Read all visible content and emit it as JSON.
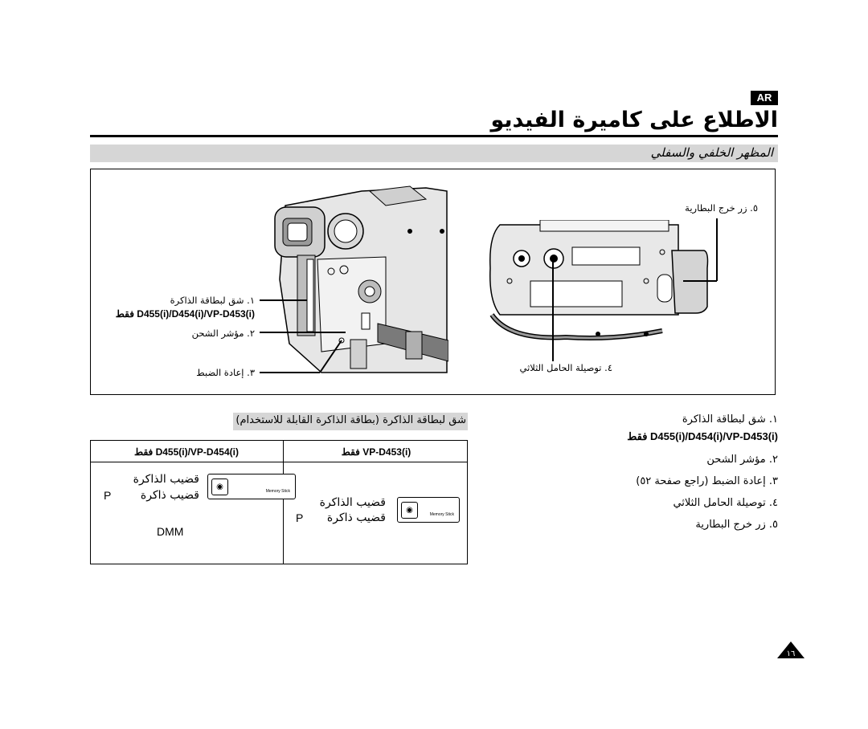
{
  "header": {
    "lang_badge": "AR",
    "title": "الاطلاع على كاميرة الفيديو",
    "section": "المظهر الخلفي والسفلي"
  },
  "figure": {
    "callouts_left": {
      "c1": "١. شق لبطاقة الذاكرة",
      "c1_model": "D455(i)/D454(i)/VP-D453(i) فقط",
      "c2": "٢. مؤشر الشحن",
      "c3": "٣. إعادة الضبط"
    },
    "callouts_right": {
      "c5": "٥. زر خرج البطارية",
      "c4": "٤. توصيلة الحامل الثلاثي"
    }
  },
  "modes": {
    "title": "شق لبطاقة الذاكرة (بطاقة الذاكرة القابلة للاستخدام)",
    "col_left_header": "D455(i)/VP-D454(i) فقط",
    "col_right_header": "VP-D453(i) فقط",
    "left_line1": "قضيب الذاكرة",
    "left_line2": "قضيب ذاكرة",
    "left_letter": "P",
    "left_extra": "DMM",
    "right_line1": "قضيب الذاكرة",
    "right_line2": "قضيب ذاكرة",
    "right_letter": "P",
    "card_label": "Memory Stick"
  },
  "list": {
    "item1": "١. شق لبطاقة الذاكرة",
    "item1_model": "D455(i)/D454(i)/VP-D453(i) فقط",
    "item2": "٢. مؤشر الشحن",
    "item3": "٣. إعادة الضبط (راجع صفحة ٥٢)",
    "item4": "٤. توصيلة الحامل الثلاثي",
    "item5": "٥. زر خرج البطارية"
  },
  "page_number": "١٦"
}
